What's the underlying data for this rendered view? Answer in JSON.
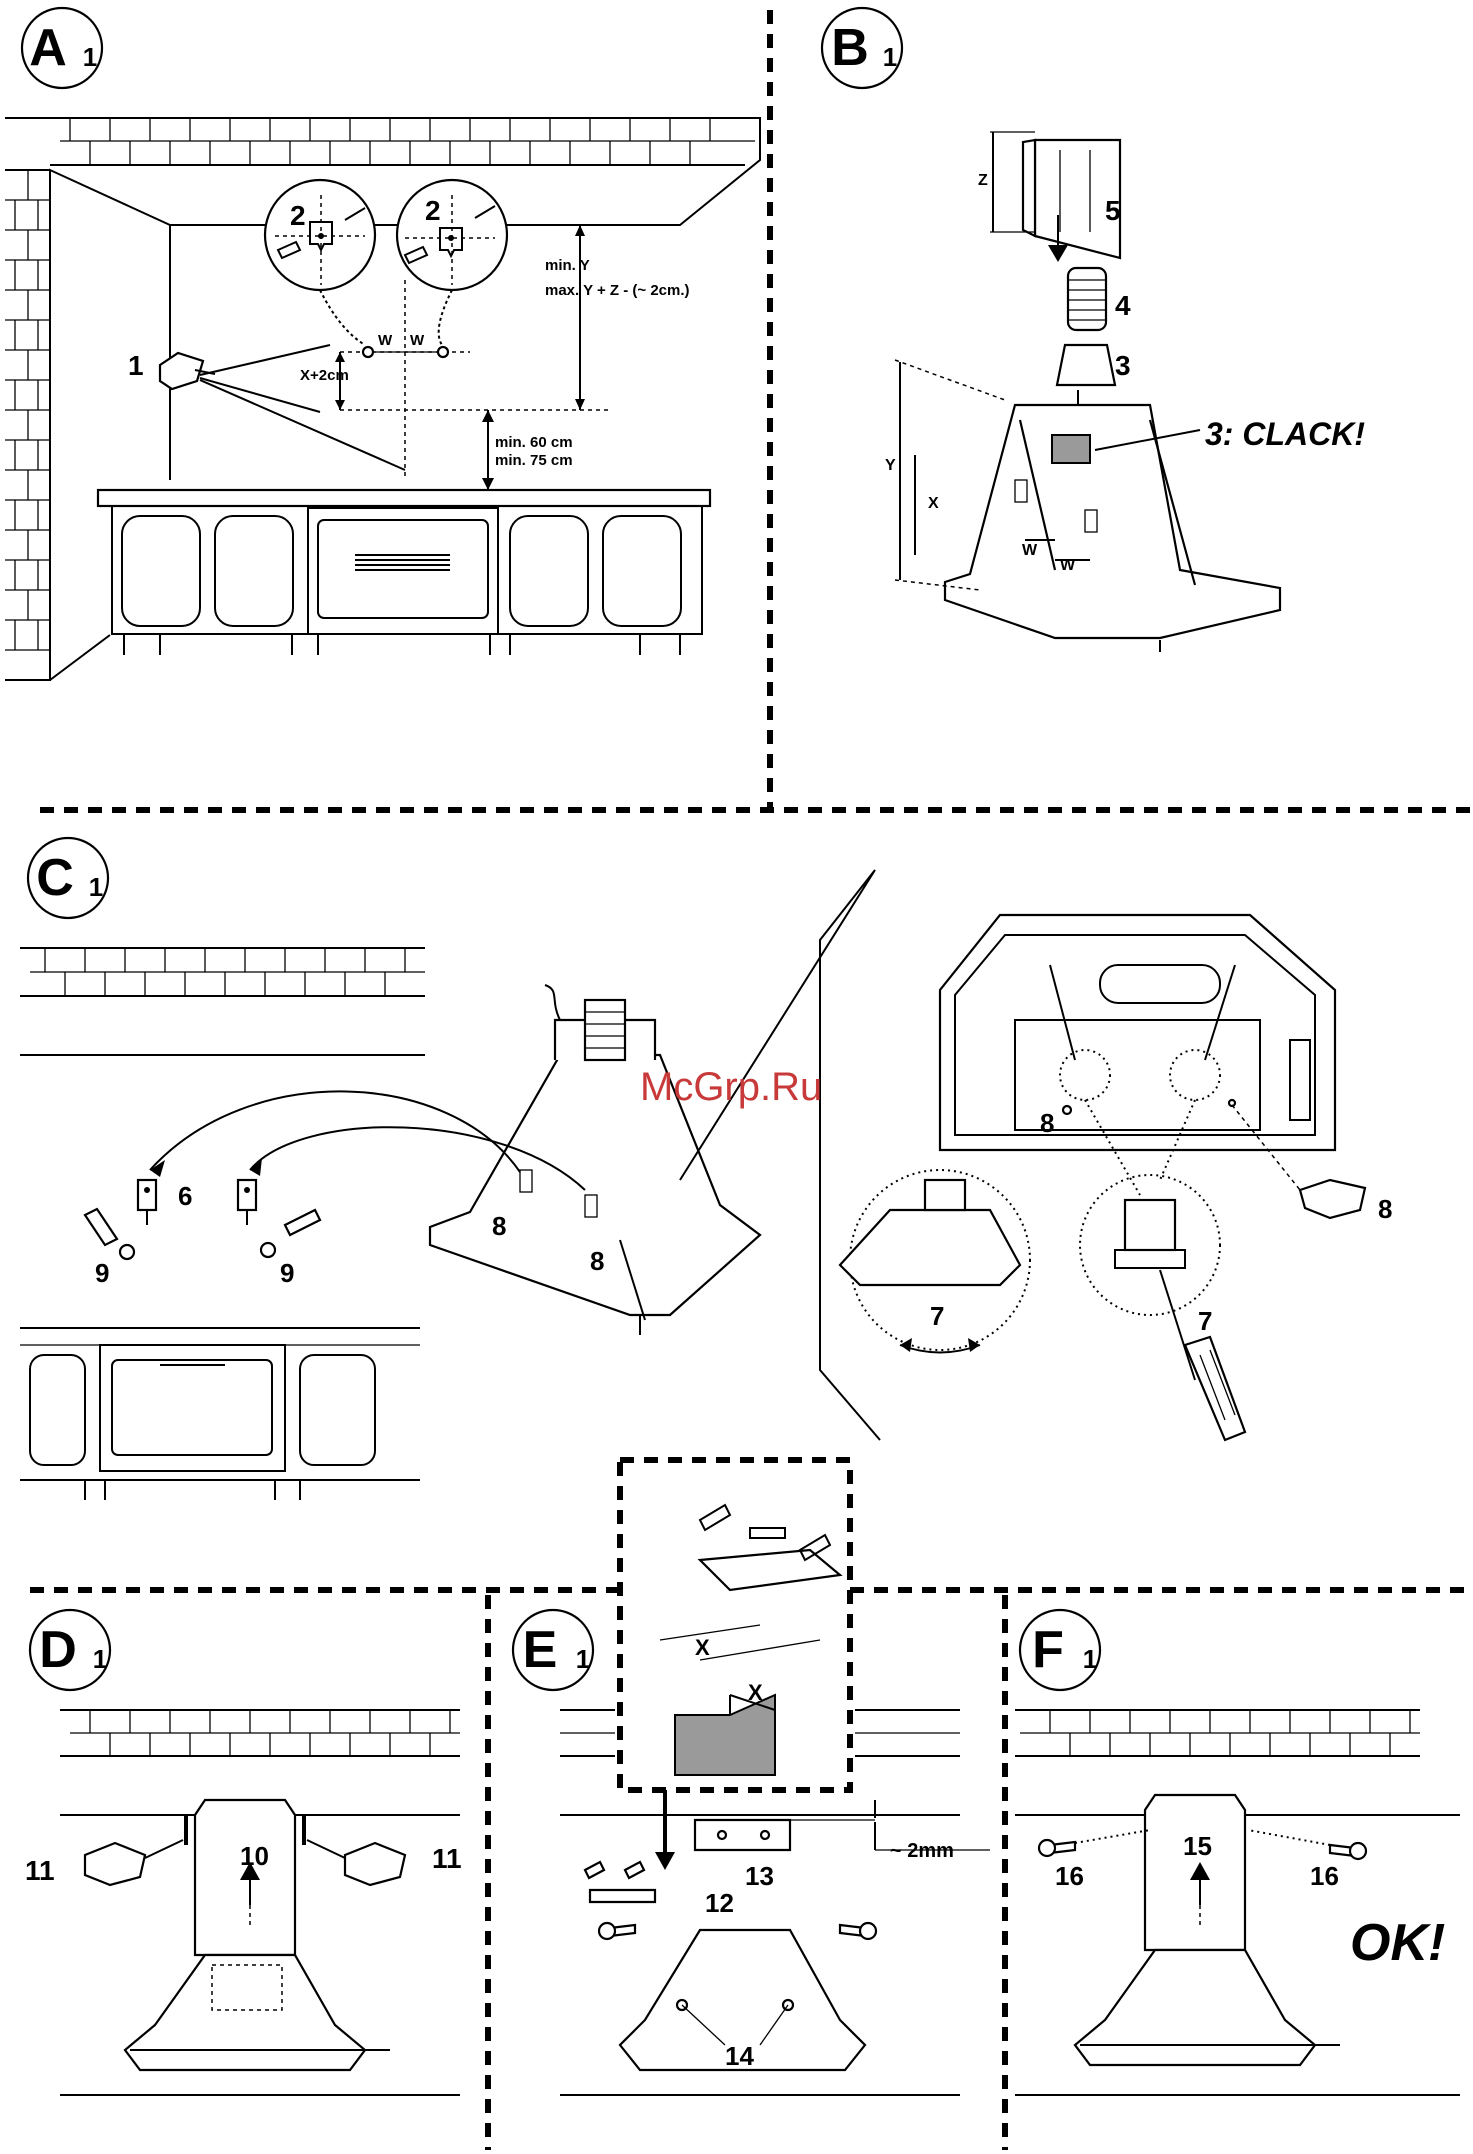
{
  "panels": {
    "a": {
      "letter": "A",
      "sub": "1"
    },
    "b": {
      "letter": "B",
      "sub": "1"
    },
    "c": {
      "letter": "C",
      "sub": "1"
    },
    "d": {
      "letter": "D",
      "sub": "1"
    },
    "e": {
      "letter": "E",
      "sub": "1"
    },
    "f": {
      "letter": "F",
      "sub": "1"
    }
  },
  "panel_a": {
    "callout_1": "1",
    "callout_2a": "2",
    "callout_2b": "2",
    "w_left": "W",
    "w_right": "W",
    "x_2cm": "X+2cm",
    "min_y": "min. Y",
    "max_y": "max. Y + Z - (~ 2cm.)",
    "min60": "min. 60 cm",
    "min75": "min. 75 cm"
  },
  "panel_b": {
    "z": "Z",
    "part5": "5",
    "part4": "4",
    "part3": "3",
    "clack": "3: CLACK!",
    "y": "Y",
    "x": "X",
    "w1": "W",
    "w2": "W"
  },
  "panel_c": {
    "part6": "6",
    "part9a": "9",
    "part9b": "9",
    "part8a": "8",
    "part8b": "8",
    "part8c": "8",
    "part8d": "8",
    "part7a": "7",
    "part7b": "7"
  },
  "panel_d": {
    "part11a": "11",
    "part10": "10",
    "part11b": "11"
  },
  "panel_e": {
    "x1": "X",
    "x2": "X",
    "part13": "13",
    "part12": "12",
    "part14": "14",
    "gap": "~ 2mm"
  },
  "panel_f": {
    "part15": "15",
    "part16a": "16",
    "part16b": "16",
    "ok": "OK!"
  },
  "watermark": "McGrp.Ru"
}
